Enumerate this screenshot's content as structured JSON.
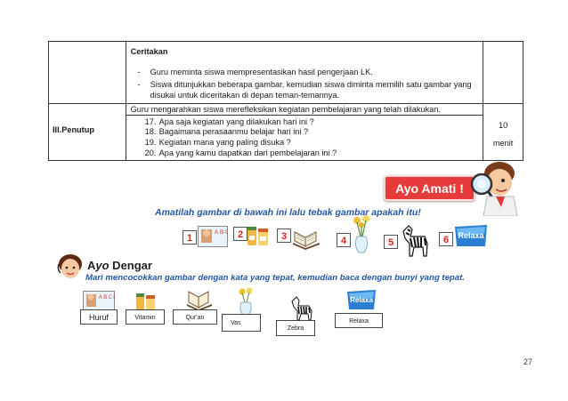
{
  "table": {
    "row1": {
      "heading": "Ceritakan",
      "items": [
        "Guru meminta siswa mempresentasikan hasil pengerjaan LK.",
        "Siswa ditunjukkan beberapa gambar, kemudian siswa diminta memilih satu gambar yang disukai untuk diceritakan di depan teman-temannya."
      ]
    },
    "row2": {
      "stage": "III.Penutup",
      "intro": "Guru mengarahkan siswa merefleksikan kegiatan pembelajaran yang telah dilakukan.",
      "questions": [
        {
          "num": "17.",
          "text": "Apa saja kegiatan yang dilakukan hari ini ?"
        },
        {
          "num": "18.",
          "text": "Bagaimana perasaanmu belajar hari ini ?"
        },
        {
          "num": "19.",
          "text": "Kegiatan  mana yang paling disuka ?"
        },
        {
          "num": "20.",
          "text": "Apa yang kamu dapatkan dari pembelajaran ini ?"
        }
      ],
      "time_value": "10",
      "time_unit": "menit"
    }
  },
  "amati": {
    "banner": "Ayo Amati !",
    "instruction": "Amatilah gambar di bawah ini lalu tebak gambar apakah itu!",
    "numbers": [
      "1",
      "2",
      "3",
      "4",
      "5",
      "6"
    ]
  },
  "dengar": {
    "title_a": "A",
    "title_o": "yo",
    "title_rest": " Dengar",
    "instruction": "Mari mencocokkan gambar dengan kata yang tepat, kemudian baca dengan bunyi yang tepat.",
    "words": [
      "Huruf",
      "Vitamin",
      "Qur'an",
      "Vas",
      "Zebra",
      "Relaxa"
    ]
  },
  "page_number": "27",
  "colors": {
    "banner": "#e63b3b",
    "instruction": "#2356a5",
    "number": "#e62020"
  }
}
